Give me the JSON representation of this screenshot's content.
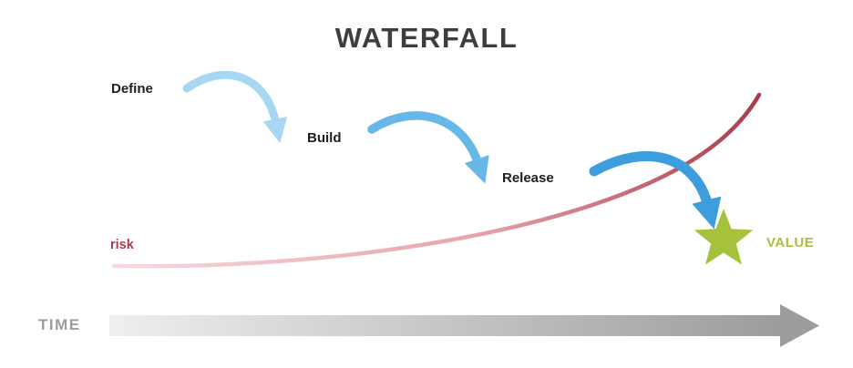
{
  "title": "WATERFALL",
  "title_color": "#3e3e3e",
  "stages": [
    {
      "label": "Define"
    },
    {
      "label": "Build"
    },
    {
      "label": "Release"
    }
  ],
  "arrows": [
    {
      "name": "define-to-build",
      "color": "#a7d7f2"
    },
    {
      "name": "build-to-release",
      "color": "#67b7e8"
    },
    {
      "name": "release-to-value",
      "color": "#3d9edd"
    }
  ],
  "risk": {
    "label": "risk",
    "color": "#a93c4c",
    "curve_start_color": "#f6dadd",
    "curve_end_color": "#a93c4c"
  },
  "value": {
    "label": "VALUE",
    "color": "#a6c23c"
  },
  "time": {
    "label": "TIME",
    "color": "#9c9c9c",
    "axis_start_color": "#efefef",
    "axis_end_color": "#9c9c9c"
  }
}
